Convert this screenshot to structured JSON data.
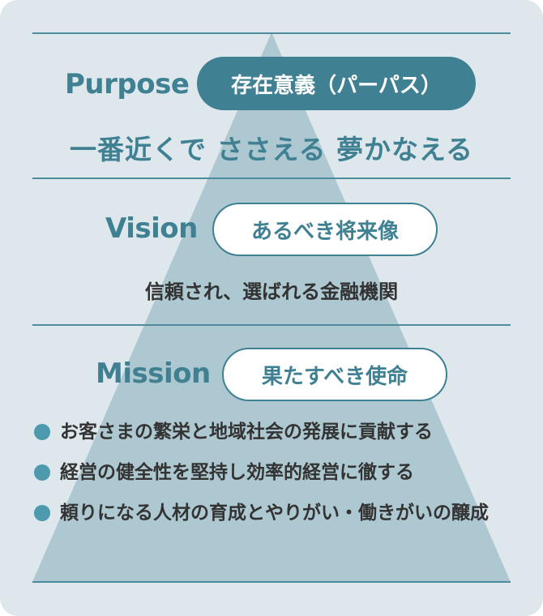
{
  "colors": {
    "accent": "#3f8092",
    "panel": "#dde7ec",
    "pyramid": "#adc8d1",
    "dot": "#4d9aae"
  },
  "purpose": {
    "heading": "Purpose",
    "label": "存在意義（パーパス）",
    "tagline": "一番近くで ささえる 夢かなえる"
  },
  "vision": {
    "heading": "Vision",
    "label": "あるべき将来像",
    "text": "信頼され、選ばれる金融機関"
  },
  "mission": {
    "heading": "Mission",
    "label": "果たすべき使命",
    "items": [
      "お客さまの繁栄と地域社会の発展に貢献する",
      "経営の健全性を堅持し効率的経営に徹する",
      "頼りになる人材の育成とやりがい・働きがいの醸成"
    ]
  }
}
